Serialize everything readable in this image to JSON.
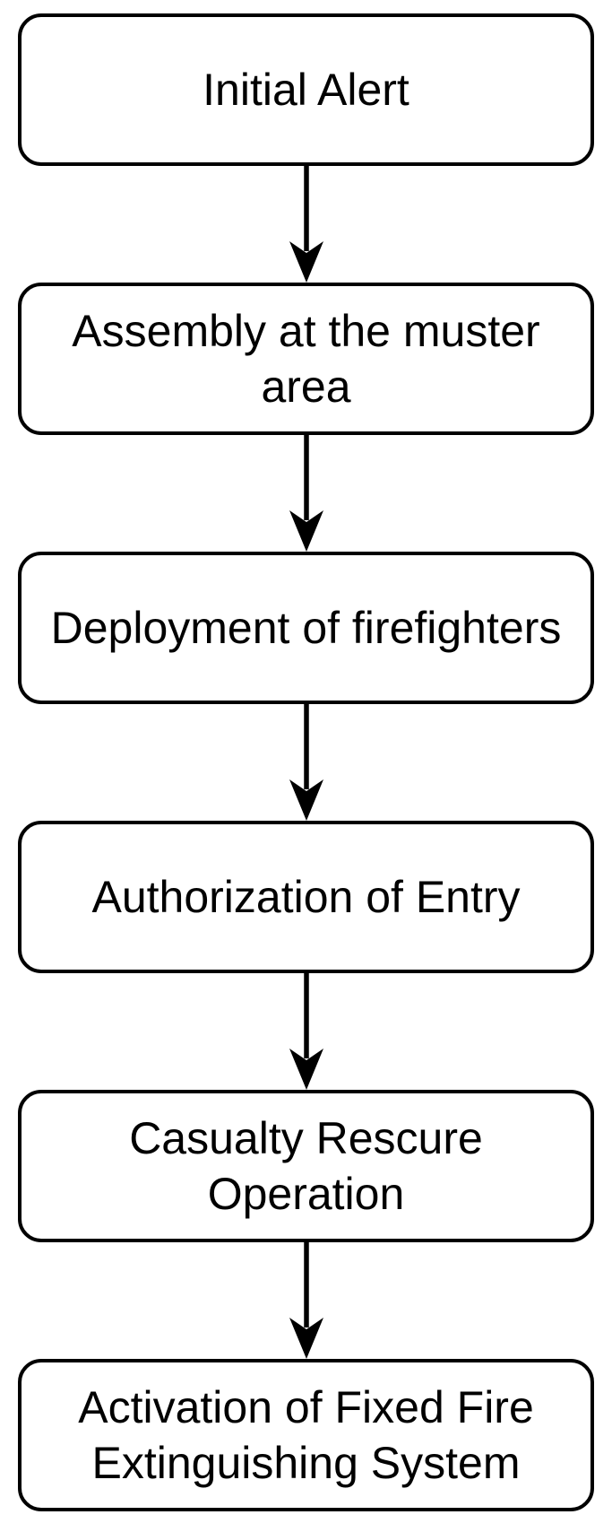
{
  "diagram": {
    "type": "flowchart",
    "direction": "top-to-bottom",
    "nodes": [
      {
        "label": "Initial Alert"
      },
      {
        "label": "Assembly at the muster\narea"
      },
      {
        "label": "Deployment of firefighters"
      },
      {
        "label": "Authorization of Entry"
      },
      {
        "label": "Casualty Rescure\nOperation"
      },
      {
        "label": "Activation of Fixed Fire\nExtinguishing System"
      }
    ],
    "edges": [
      {
        "from": 0,
        "to": 1
      },
      {
        "from": 1,
        "to": 2
      },
      {
        "from": 2,
        "to": 3
      },
      {
        "from": 3,
        "to": 4
      },
      {
        "from": 4,
        "to": 5
      }
    ],
    "colors": {
      "node_border": "#000000",
      "node_fill": "#ffffff",
      "arrow": "#000000",
      "text": "#000000",
      "background": "#ffffff"
    }
  }
}
